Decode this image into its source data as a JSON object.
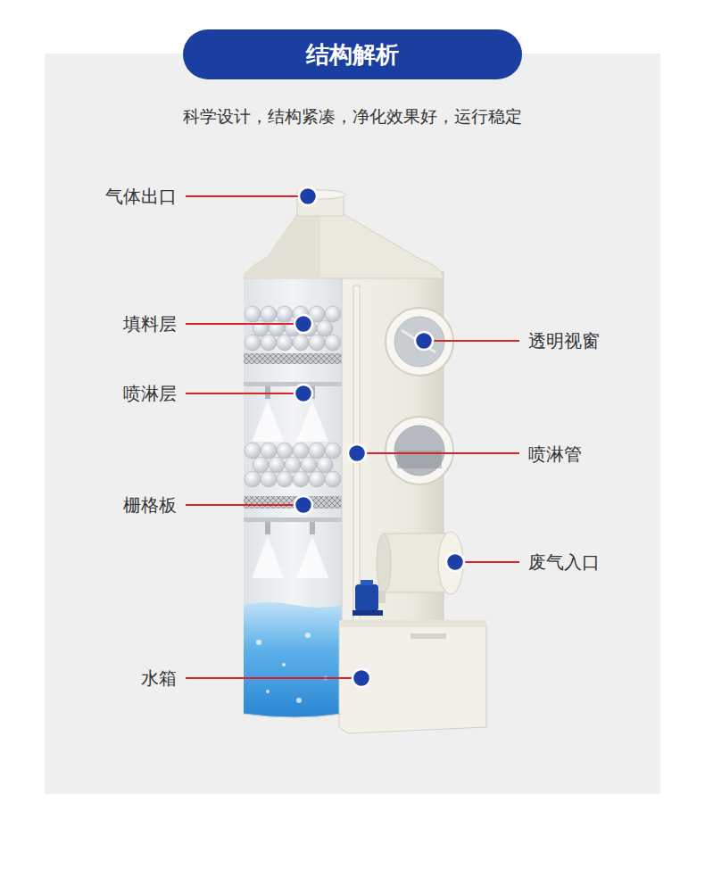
{
  "diagram": {
    "title": "结构解析",
    "labels": [
      "科学设计，结构紧凑，净化效果好，运行稳定",
      "气体出口",
      "填料层",
      "喷淋层",
      "栅格板",
      "水箱",
      "透明视窗",
      "喷淋管",
      "废气入口"
    ]
  }
}
